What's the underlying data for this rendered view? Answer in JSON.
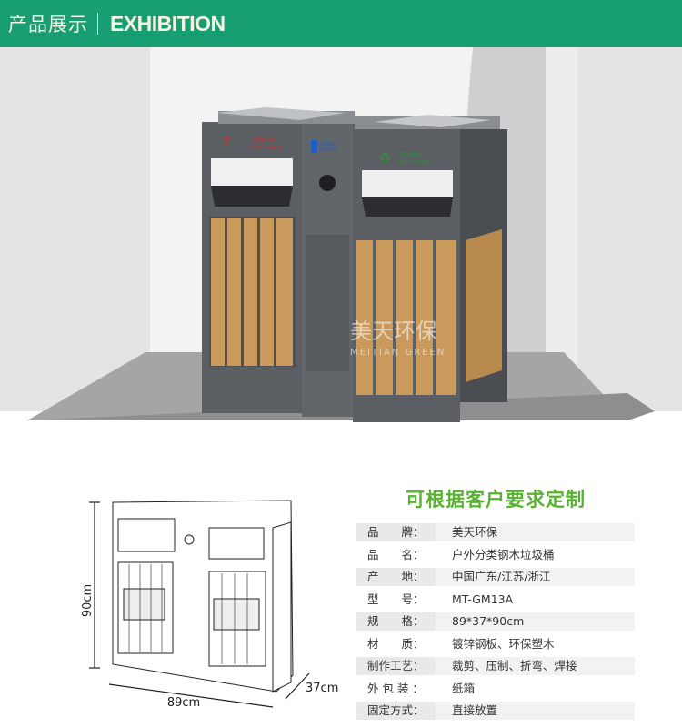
{
  "header": {
    "title_cn": "产品展示",
    "title_en": "EXHIBITION",
    "bg": "#179e73"
  },
  "product": {
    "labels": {
      "left": "其他垃圾",
      "left_en": "Other waste",
      "middle": "电子电池",
      "middle_en": "BATTERY",
      "right": "可回收物",
      "right_en": "RECYCLABLE"
    },
    "watermark": {
      "cn": "美天环保",
      "en": "MEITIAN GREEN"
    }
  },
  "dimensions": {
    "height": "90cm",
    "width": "89cm",
    "depth": "37cm"
  },
  "customize_title": "可根据客户要求定制",
  "specs": [
    {
      "label": "品　　牌：",
      "value": "美天环保"
    },
    {
      "label": "品　　名：",
      "value": "户外分类钢木垃圾桶"
    },
    {
      "label": "产　　地：",
      "value": "中国广东/江苏/浙江"
    },
    {
      "label": "型　　号：",
      "value": "MT-GM13A"
    },
    {
      "label": "规　　格：",
      "value": "89*37*90cm"
    },
    {
      "label": "材　　质：",
      "value": "镀锌钢板、环保塑木"
    },
    {
      "label": "制作工艺：",
      "value": "裁剪、压制、折弯、焊接"
    },
    {
      "label": "外 包 装 ：",
      "value": "纸箱"
    },
    {
      "label": "固定方式：",
      "value": "直接放置"
    }
  ],
  "colors": {
    "accent_green": "#58b330",
    "steel": "#5a5d62",
    "wood": "#c99a5c"
  }
}
